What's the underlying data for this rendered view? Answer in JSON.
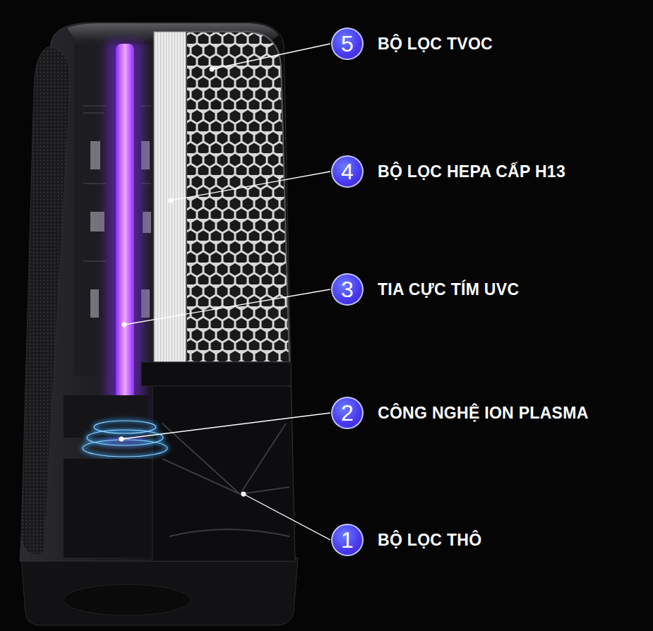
{
  "diagram": {
    "nodes": [
      {
        "text": [
          "5",
          "BỘ LỌC TVOC"
        ]
      },
      {
        "text": [
          "4",
          "BỘ LỌC HEPA CẤP H13"
        ]
      },
      {
        "text": [
          "3",
          "TIA CỰC TÍM UVC"
        ]
      },
      {
        "text": [
          "2",
          "CÔNG NGHỆ ION PLASMA"
        ]
      },
      {
        "text": [
          "1",
          "BỘ LỌC THÔ"
        ]
      }
    ]
  }
}
